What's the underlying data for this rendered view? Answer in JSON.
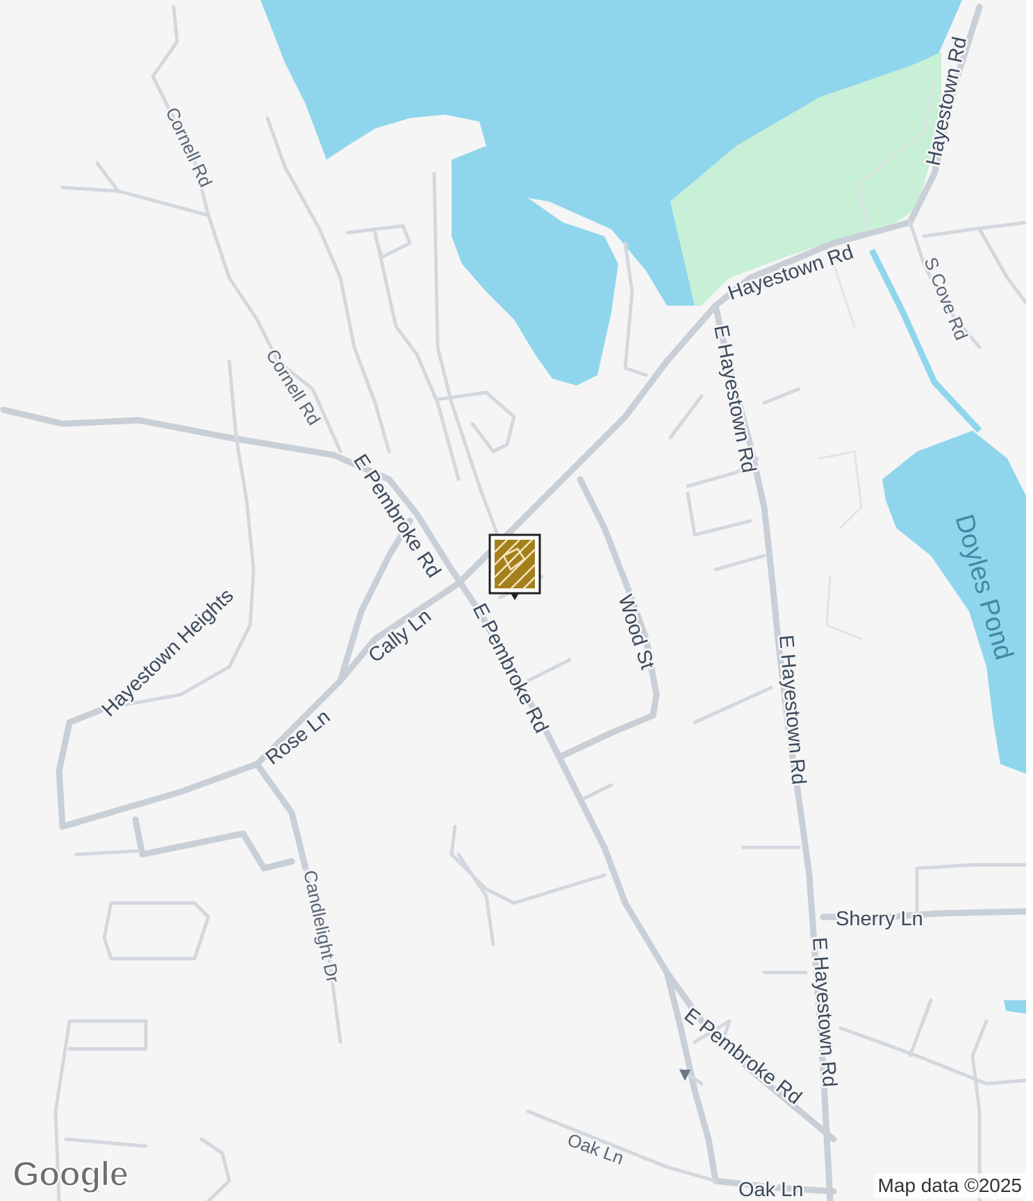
{
  "map": {
    "colors": {
      "land": "#f5f5f5",
      "water": "#8fd6ec",
      "park": "#c7f0d6",
      "road": "#c9cfd6",
      "label": "#3c4a5c",
      "marker": "#a4801c"
    },
    "labels": {
      "cornell_rd_north": "Cornell Rd",
      "cornell_rd_south": "Cornell Rd",
      "hayestown_rd_top": "Hayestown Rd",
      "hayestown_rd_mid": "Hayestown Rd",
      "s_cove_rd": "S Cove Rd",
      "e_hayestown_rd_1": "E Hayestown Rd",
      "e_hayestown_rd_2": "E Hayestown Rd",
      "e_hayestown_rd_3": "E Hayestown Rd",
      "e_pembroke_rd_1": "E Pembroke Rd",
      "e_pembroke_rd_2": "E Pembroke Rd",
      "e_pembroke_rd_3": "E Pembroke Rd",
      "wood_st": "Wood St",
      "cally_ln": "Cally Ln",
      "rose_ln": "Rose Ln",
      "hayestown_heights": "Hayestown Heights",
      "candlelight_dr": "Candlelight Dr",
      "sherry_ln": "Sherry Ln",
      "oak_ln_1": "Oak Ln",
      "oak_ln_2": "Oak Ln",
      "doyles_pond": "Doyles Pond"
    },
    "marker_icon": "hatched-square-pin-icon",
    "logo": "Google",
    "attribution": "Map data ©2025"
  }
}
